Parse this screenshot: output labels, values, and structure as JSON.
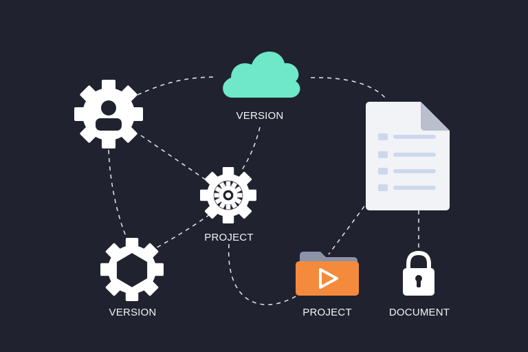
{
  "colors": {
    "background": "#20222f",
    "lines": "#dcdfe6",
    "gear": "#ffffff",
    "cloud": "#6ee8c8",
    "document": "#f2f3f7",
    "document_fold": "#b9bfcc",
    "document_lines": "#cdd8ec",
    "folder": "#f48a3c",
    "folder_back": "#8a93a8",
    "lock": "#ffffff"
  },
  "icons": {
    "cloud": "cloud-icon",
    "user_gear": "user-gear-icon",
    "settings_gear": "settings-gear-icon",
    "package_gear": "package-gear-icon",
    "document": "document-icon",
    "folder": "folder-play-icon",
    "lock": "lock-icon"
  },
  "labels": {
    "cloud": "VERSION",
    "center_gear": "PROJECT",
    "bottom_left_gear": "VERSION",
    "folder": "PROJECT",
    "lock": "DOCUMENT"
  }
}
